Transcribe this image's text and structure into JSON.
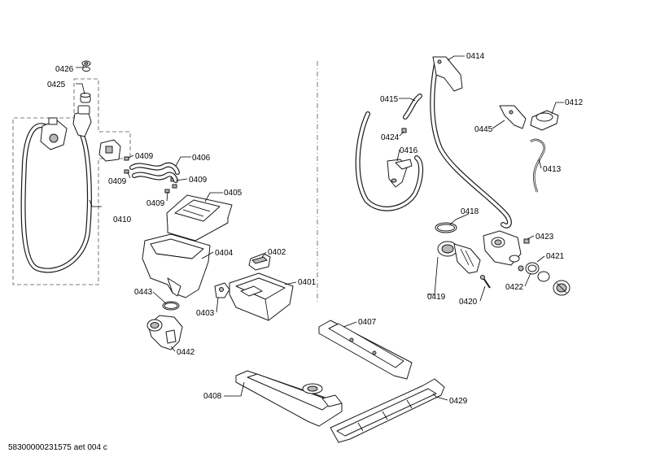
{
  "diagram": {
    "parts": {
      "p0426": "0426",
      "p0425": "0425",
      "p0410": "0410",
      "p0409a": "0409",
      "p0409b": "0409",
      "p0409c": "0409",
      "p0409d": "0409",
      "p0406": "0406",
      "p0405": "0405",
      "p0404": "0404",
      "p0402": "0402",
      "p0401": "0401",
      "p0403": "0403",
      "p0443": "0443",
      "p0442": "0442",
      "p0414": "0414",
      "p0415": "0415",
      "p0424": "0424",
      "p0416": "0416",
      "p0445": "0445",
      "p0412": "0412",
      "p0413": "0413",
      "p0418": "0418",
      "p0423": "0423",
      "p0421": "0421",
      "p0422": "0422",
      "p0419": "0419",
      "p0420": "0420",
      "p0407": "0407",
      "p0408": "0408",
      "p0429": "0429"
    },
    "footer": "58300000231575 aet 004 c"
  }
}
